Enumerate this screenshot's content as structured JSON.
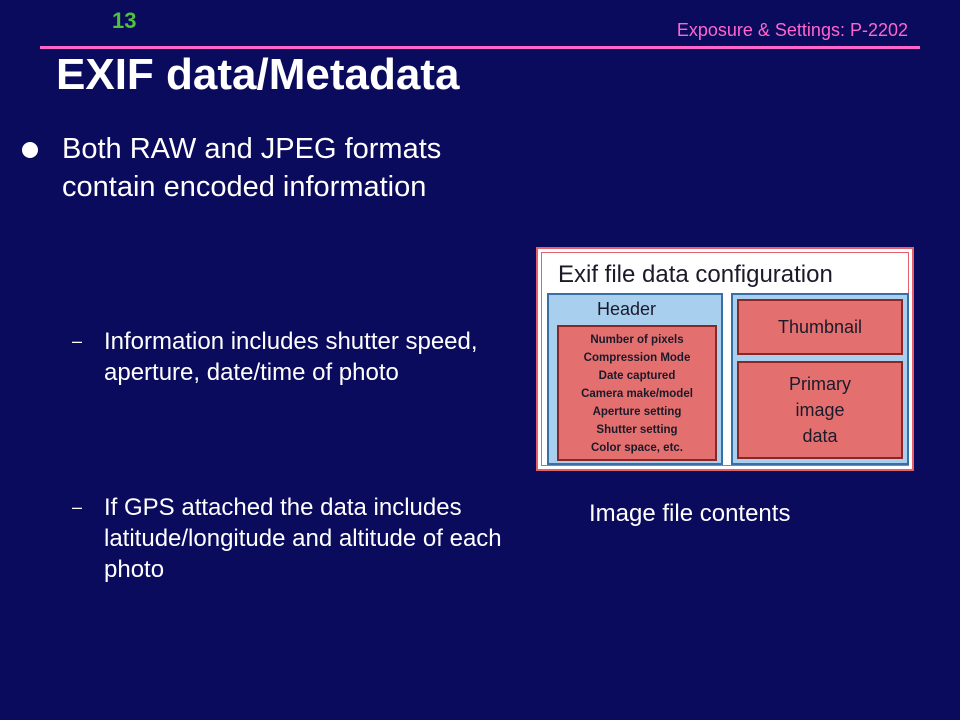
{
  "slide": {
    "number": "13",
    "header": "Exposure & Settings: P-2202",
    "title": "EXIF data/Metadata"
  },
  "bullets": {
    "main": "Both RAW and JPEG formats contain encoded information",
    "sub": [
      "Information includes shutter speed, aperture, date/time of photo",
      "If GPS attached the data includes latitude/longitude and altitude of each photo"
    ],
    "sub_marker": "–"
  },
  "diagram": {
    "title": "Exif file data configuration",
    "header_label": "Header",
    "header_items": [
      "Number of pixels",
      "Compression Mode",
      "Date captured",
      "Camera make/model",
      "Aperture setting",
      "Shutter setting",
      "Color space, etc."
    ],
    "thumbnail_label": "Thumbnail",
    "primary_lines": [
      "Primary",
      "image",
      "data"
    ],
    "caption": "Image file contents"
  },
  "colors": {
    "background": "#0b0b5e",
    "accent_pink": "#ff66cc",
    "slide_number_green": "#4fc13a",
    "box_blue": "#a9cfee",
    "box_red": "#e46f6f"
  }
}
